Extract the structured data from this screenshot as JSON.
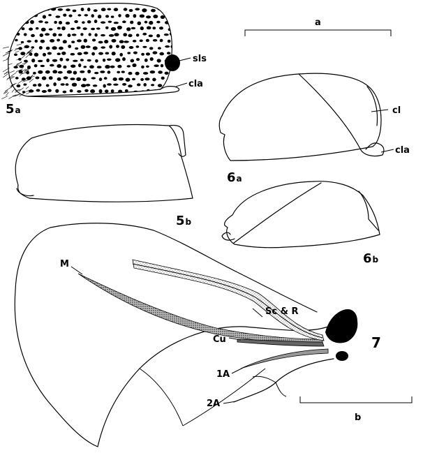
{
  "figures": {
    "fig5a": {
      "number": "5",
      "suffix": "a"
    },
    "fig5b": {
      "number": "5",
      "suffix": "b"
    },
    "fig6a": {
      "number": "6",
      "suffix": "a"
    },
    "fig6b": {
      "number": "6",
      "suffix": "b"
    },
    "fig7": {
      "number": "7"
    }
  },
  "part_labels": {
    "sls": "sls",
    "cla_5a": "cla",
    "cl": "cl",
    "cla_6a": "cla",
    "M": "M",
    "ScR": "Sc & R",
    "Cu": "Cu",
    "A1": "1A",
    "A2": "2A"
  },
  "scale_bars": {
    "a": "a",
    "b": "b"
  }
}
